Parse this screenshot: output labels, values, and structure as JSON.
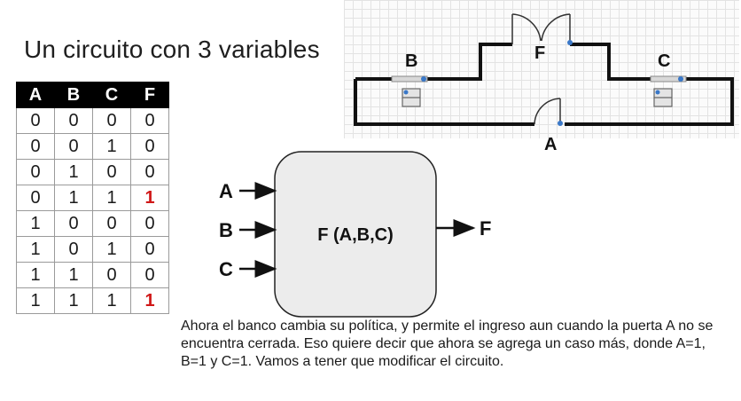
{
  "title": "Un circuito con 3 variables",
  "truth_table": {
    "headers": [
      "A",
      "B",
      "C",
      "F"
    ],
    "rows": [
      [
        "0",
        "0",
        "0",
        "0"
      ],
      [
        "0",
        "0",
        "1",
        "0"
      ],
      [
        "0",
        "1",
        "0",
        "0"
      ],
      [
        "0",
        "1",
        "1",
        "1"
      ],
      [
        "1",
        "0",
        "0",
        "0"
      ],
      [
        "1",
        "0",
        "1",
        "0"
      ],
      [
        "1",
        "1",
        "0",
        "0"
      ],
      [
        "1",
        "1",
        "1",
        "1"
      ]
    ],
    "highlight_color": "#d01818"
  },
  "floorplan": {
    "labels": {
      "b": "B",
      "c": "C",
      "f": "F",
      "a": "A"
    }
  },
  "block": {
    "inputs": [
      "A",
      "B",
      "C"
    ],
    "function": "F (A,B,C)",
    "output": "F",
    "fill": "#ececec"
  },
  "paragraph": "Ahora el banco cambia su política, y permite el ingreso aun cuando la puerta A no se encuentra cerrada. Eso quiere decir que ahora se agrega un caso más, donde A=1, B=1 y C=1. Vamos a tener que modificar el circuito."
}
